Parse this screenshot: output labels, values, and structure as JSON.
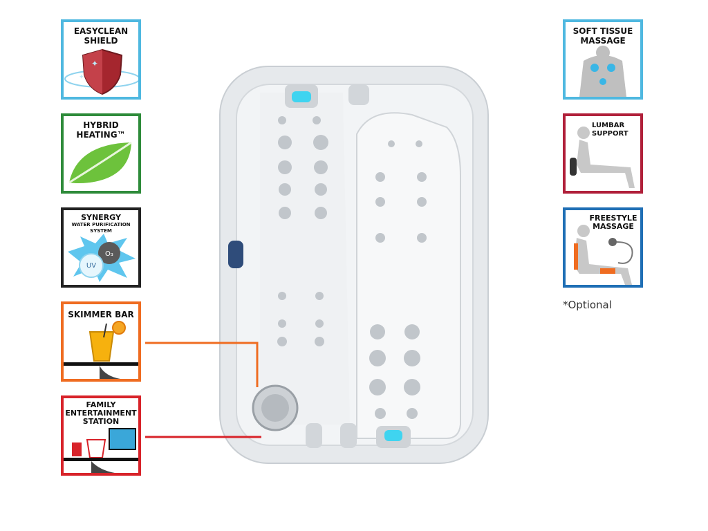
{
  "left_badges": [
    {
      "lines": [
        "EASYCLEAN",
        "SHIELD"
      ],
      "border": "#4fb8e0"
    },
    {
      "lines": [
        "HYBRID",
        "HEATING™"
      ],
      "border": "#2e8b3a"
    },
    {
      "lines": [
        "SYNERGY"
      ],
      "sub_lines": [
        "WATER PURIFICATION",
        "SYSTEM"
      ],
      "uv": "UV",
      "o3": "O₃",
      "border": "#222222"
    },
    {
      "lines": [
        "SKIMMER BAR"
      ],
      "border": "#ef6c21"
    },
    {
      "lines": [
        "FAMILY",
        "ENTERTAINMENT",
        "STATION"
      ],
      "border": "#d8232a"
    }
  ],
  "right_badges": [
    {
      "lines": [
        "SOFT TISSUE",
        "MASSAGE"
      ],
      "border": "#4fb8e0"
    },
    {
      "lines": [
        "LUMBAR",
        "SUPPORT"
      ],
      "border": "#b0203a"
    },
    {
      "lines": [
        "FREESTYLE",
        "MASSAGE"
      ],
      "border": "#1f6fb5"
    }
  ],
  "note": "*Optional",
  "colors": {
    "skimmer_leader": "#ef6c21",
    "entertainment_leader": "#d8232a",
    "tub_shell": "#e9ecef",
    "jet_light": "#3fd4f0"
  }
}
